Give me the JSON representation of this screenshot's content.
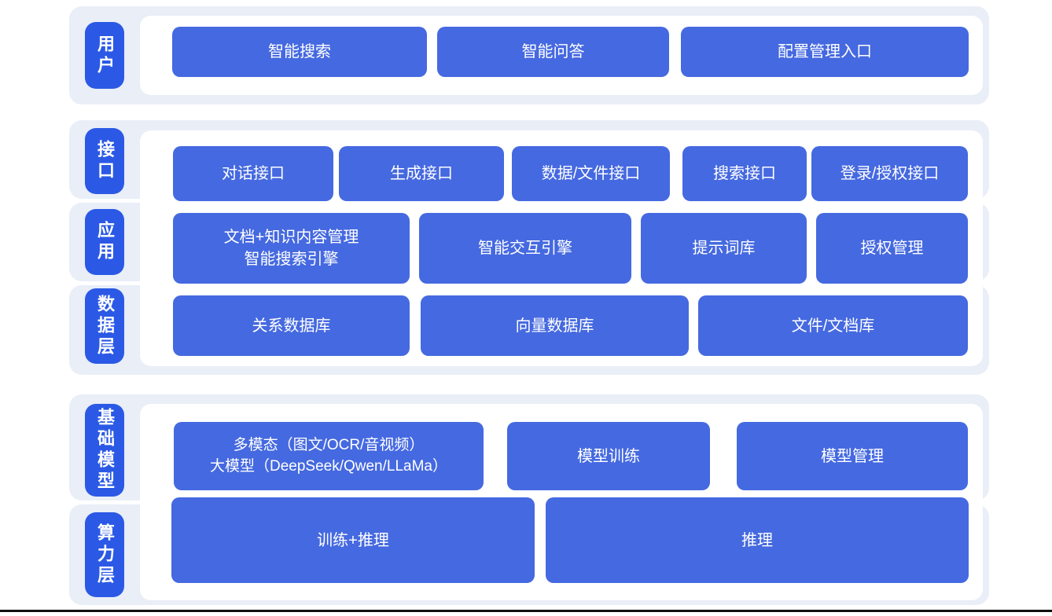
{
  "colors": {
    "page_bg": "#ffffff",
    "band_bg": "#e9eef7",
    "panel_bg": "#ffffff",
    "block_blue": "#4569e0",
    "label_blue": "#2b59e6",
    "text_color": "#ffffff",
    "bottom_line": "#101010"
  },
  "sections": [
    {
      "name": "user",
      "labels": [
        "用户"
      ],
      "rows": [
        [
          "智能搜索",
          "智能问答",
          "配置管理入口"
        ]
      ]
    },
    {
      "name": "interface-application-data",
      "labels": [
        "接口",
        "应用",
        "数据层"
      ],
      "rows": [
        [
          "对话接口",
          "生成接口",
          "数据/文件接口",
          "搜索接口",
          "登录/授权接口"
        ],
        [
          "文档+知识内容管理\n智能搜索引擎",
          "智能交互引擎",
          "提示词库",
          "授权管理"
        ],
        [
          "关系数据库",
          "向量数据库",
          "文件/文档库"
        ]
      ]
    },
    {
      "name": "foundation-model-compute",
      "labels": [
        "基础模型",
        "算力层"
      ],
      "rows": [
        [
          "多模态（图文/OCR/音视频）\n大模型（DeepSeek/Qwen/LLaMa）",
          "模型训练",
          "模型管理"
        ],
        [
          "训练+推理",
          "推理"
        ]
      ]
    }
  ]
}
